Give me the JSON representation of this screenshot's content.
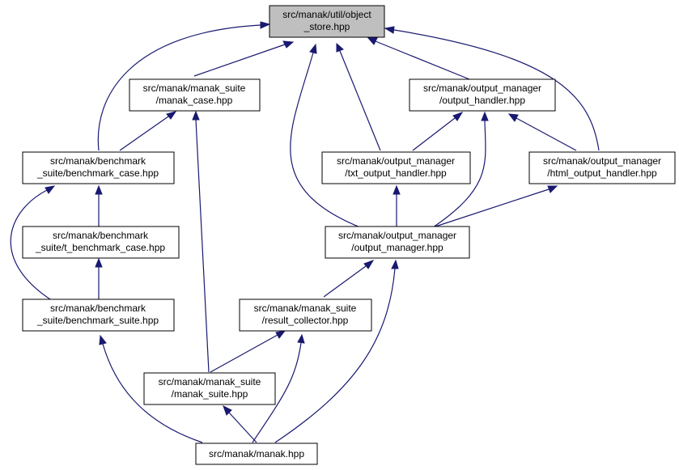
{
  "colors": {
    "edge": "#191970",
    "node_fill": "#ffffff",
    "root_fill": "#bfbfbf",
    "border": "#000000"
  },
  "nodes": [
    {
      "id": "object_store",
      "lines": [
        "src/manak/util/object",
        "_store.hpp"
      ],
      "highlight": true
    },
    {
      "id": "manak_case",
      "lines": [
        "src/manak/manak_suite",
        "/manak_case.hpp"
      ]
    },
    {
      "id": "output_handler",
      "lines": [
        "src/manak/output_manager",
        "/output_handler.hpp"
      ]
    },
    {
      "id": "benchmark_case",
      "lines": [
        "src/manak/benchmark",
        "_suite/benchmark_case.hpp"
      ]
    },
    {
      "id": "txt_output_handler",
      "lines": [
        "src/manak/output_manager",
        "/txt_output_handler.hpp"
      ]
    },
    {
      "id": "html_output_handler",
      "lines": [
        "src/manak/output_manager",
        "/html_output_handler.hpp"
      ]
    },
    {
      "id": "t_benchmark_case",
      "lines": [
        "src/manak/benchmark",
        "_suite/t_benchmark_case.hpp"
      ]
    },
    {
      "id": "output_manager",
      "lines": [
        "src/manak/output_manager",
        "/output_manager.hpp"
      ]
    },
    {
      "id": "benchmark_suite",
      "lines": [
        "src/manak/benchmark",
        "_suite/benchmark_suite.hpp"
      ]
    },
    {
      "id": "result_collector",
      "lines": [
        "src/manak/manak_suite",
        "/result_collector.hpp"
      ]
    },
    {
      "id": "manak_suite",
      "lines": [
        "src/manak/manak_suite",
        "/manak_suite.hpp"
      ]
    },
    {
      "id": "manak",
      "lines": [
        "src/manak/manak.hpp"
      ]
    }
  ],
  "edges": [
    {
      "from": "manak_case",
      "to": "object_store"
    },
    {
      "from": "benchmark_case",
      "to": "object_store"
    },
    {
      "from": "output_handler",
      "to": "object_store"
    },
    {
      "from": "html_output_handler",
      "to": "object_store"
    },
    {
      "from": "txt_output_handler",
      "to": "object_store"
    },
    {
      "from": "output_manager",
      "to": "object_store"
    },
    {
      "from": "benchmark_case",
      "to": "manak_case"
    },
    {
      "from": "manak_suite",
      "to": "manak_case"
    },
    {
      "from": "txt_output_handler",
      "to": "output_handler"
    },
    {
      "from": "html_output_handler",
      "to": "output_handler"
    },
    {
      "from": "output_manager",
      "to": "output_handler"
    },
    {
      "from": "t_benchmark_case",
      "to": "benchmark_case"
    },
    {
      "from": "benchmark_suite",
      "to": "benchmark_case"
    },
    {
      "from": "benchmark_suite",
      "to": "t_benchmark_case"
    },
    {
      "from": "output_manager",
      "to": "txt_output_handler"
    },
    {
      "from": "output_manager",
      "to": "html_output_handler"
    },
    {
      "from": "result_collector",
      "to": "output_manager"
    },
    {
      "from": "manak",
      "to": "output_manager"
    },
    {
      "from": "manak",
      "to": "benchmark_suite"
    },
    {
      "from": "manak_suite",
      "to": "result_collector"
    },
    {
      "from": "manak",
      "to": "result_collector"
    },
    {
      "from": "manak",
      "to": "manak_suite"
    }
  ]
}
